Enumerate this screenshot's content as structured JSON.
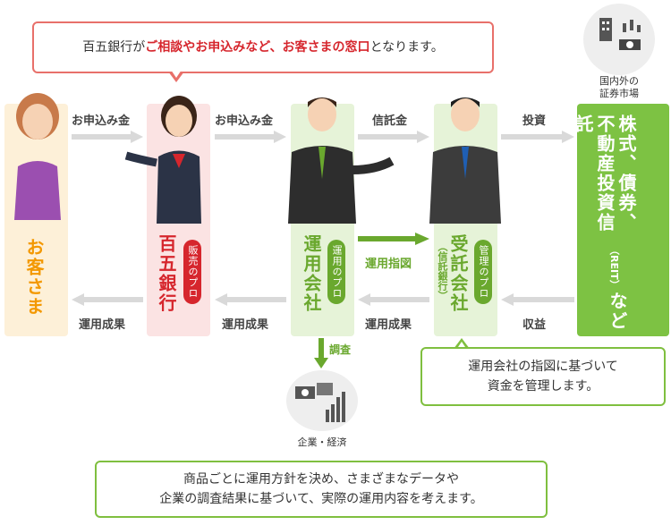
{
  "top_callout": {
    "part1": "百五銀行が",
    "part2": "ご相談やお申込みなど、お客さまの窓口",
    "part3": "となります。"
  },
  "market_label": {
    "line1": "国内外の",
    "line2": "証券市場"
  },
  "entities": {
    "customer": {
      "name": "お客さま"
    },
    "bank": {
      "name": "百五銀行",
      "badge": "販売のプロ"
    },
    "management": {
      "name": "運用会社",
      "badge": "運用のプロ"
    },
    "trustee": {
      "name": "受託会社",
      "sub": "（信託銀行）",
      "badge": "管理のプロ"
    },
    "assets": {
      "name": "株式、債券、不動産投資信託",
      "sub": "（REIT）",
      "tail": "など"
    }
  },
  "flows": {
    "apply1": "お申込み金",
    "apply2": "お申込み金",
    "trust": "信託金",
    "invest": "投資",
    "instruction": "運用指図",
    "result1": "運用成果",
    "result2": "運用成果",
    "result3": "運用成果",
    "income": "収益",
    "research": "調査"
  },
  "company_label": "企業・経済",
  "trustee_callout": {
    "line1": "運用会社の指図に基づいて",
    "line2": "資金を管理します。"
  },
  "bottom_callout": {
    "line1": "商品ごとに運用方針を決め、さまざまなデータや",
    "line2": "企業の調査結果に基づいて、実際の運用内容を考えます。"
  },
  "colors": {
    "customer": "#fdf0d8",
    "bank": "#fbe3e3",
    "management": "#e6f3d8",
    "trustee": "#e6f3d8",
    "assets": "#7dc243",
    "red": "#d6262d",
    "orange": "#f39800",
    "green": "#6aa82e",
    "gray_arrow": "#d9d9d9"
  }
}
